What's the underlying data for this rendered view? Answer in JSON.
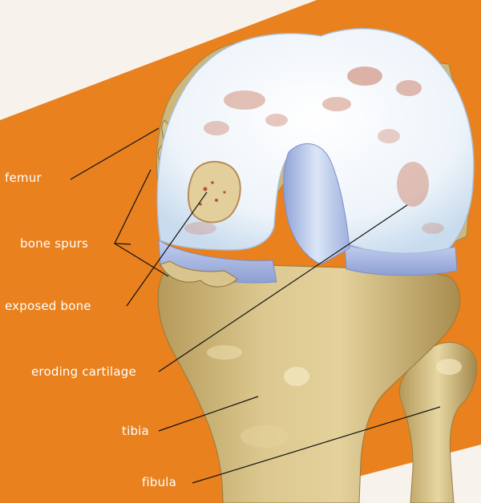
{
  "labels": {
    "femur": "femur",
    "bone_spurs": "bone spurs",
    "exposed_bone": "exposed bone",
    "eroding_cartilage": "eroding cartilage",
    "tibia": "tibia",
    "fibula": "fibula"
  },
  "colors": {
    "background": "#e8811e",
    "corner": "#f7f3ec",
    "bone": "#d3bc80",
    "cartilage": "#e8f1f8",
    "ligament": "#b7c7ea",
    "erosion": "#c9795f",
    "label_text": "#ffffff",
    "leader_line": "#111111"
  }
}
